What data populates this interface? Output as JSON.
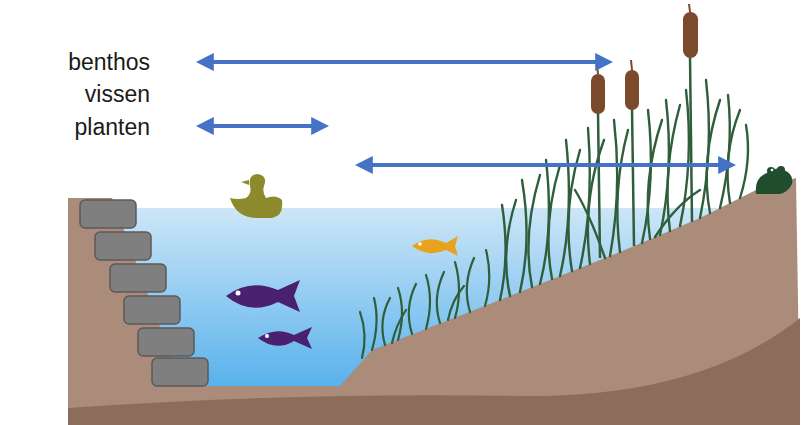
{
  "diagram": {
    "labels": [
      "benthos",
      "vissen",
      "planten"
    ]
  }
}
